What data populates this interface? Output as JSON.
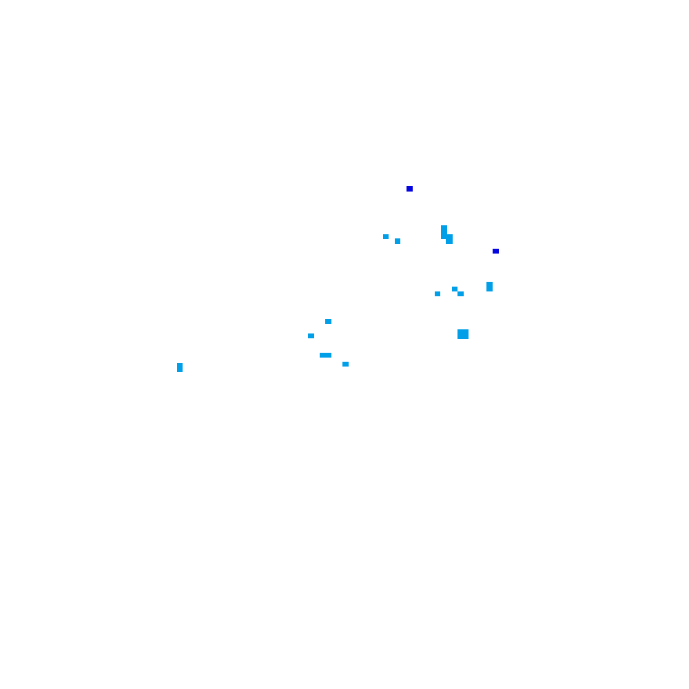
{
  "map": {
    "background_color": "#ffffff",
    "legend": [],
    "title": "",
    "colors": {
      "light": "#009fe8",
      "dark": "#0505e0"
    },
    "cell_classes": [
      "light",
      "light",
      "light",
      "light",
      "light",
      "light",
      "light",
      "light",
      "light",
      "light",
      "light",
      "light",
      "light",
      "light",
      "light",
      "light",
      "dark",
      "dark"
    ]
  }
}
